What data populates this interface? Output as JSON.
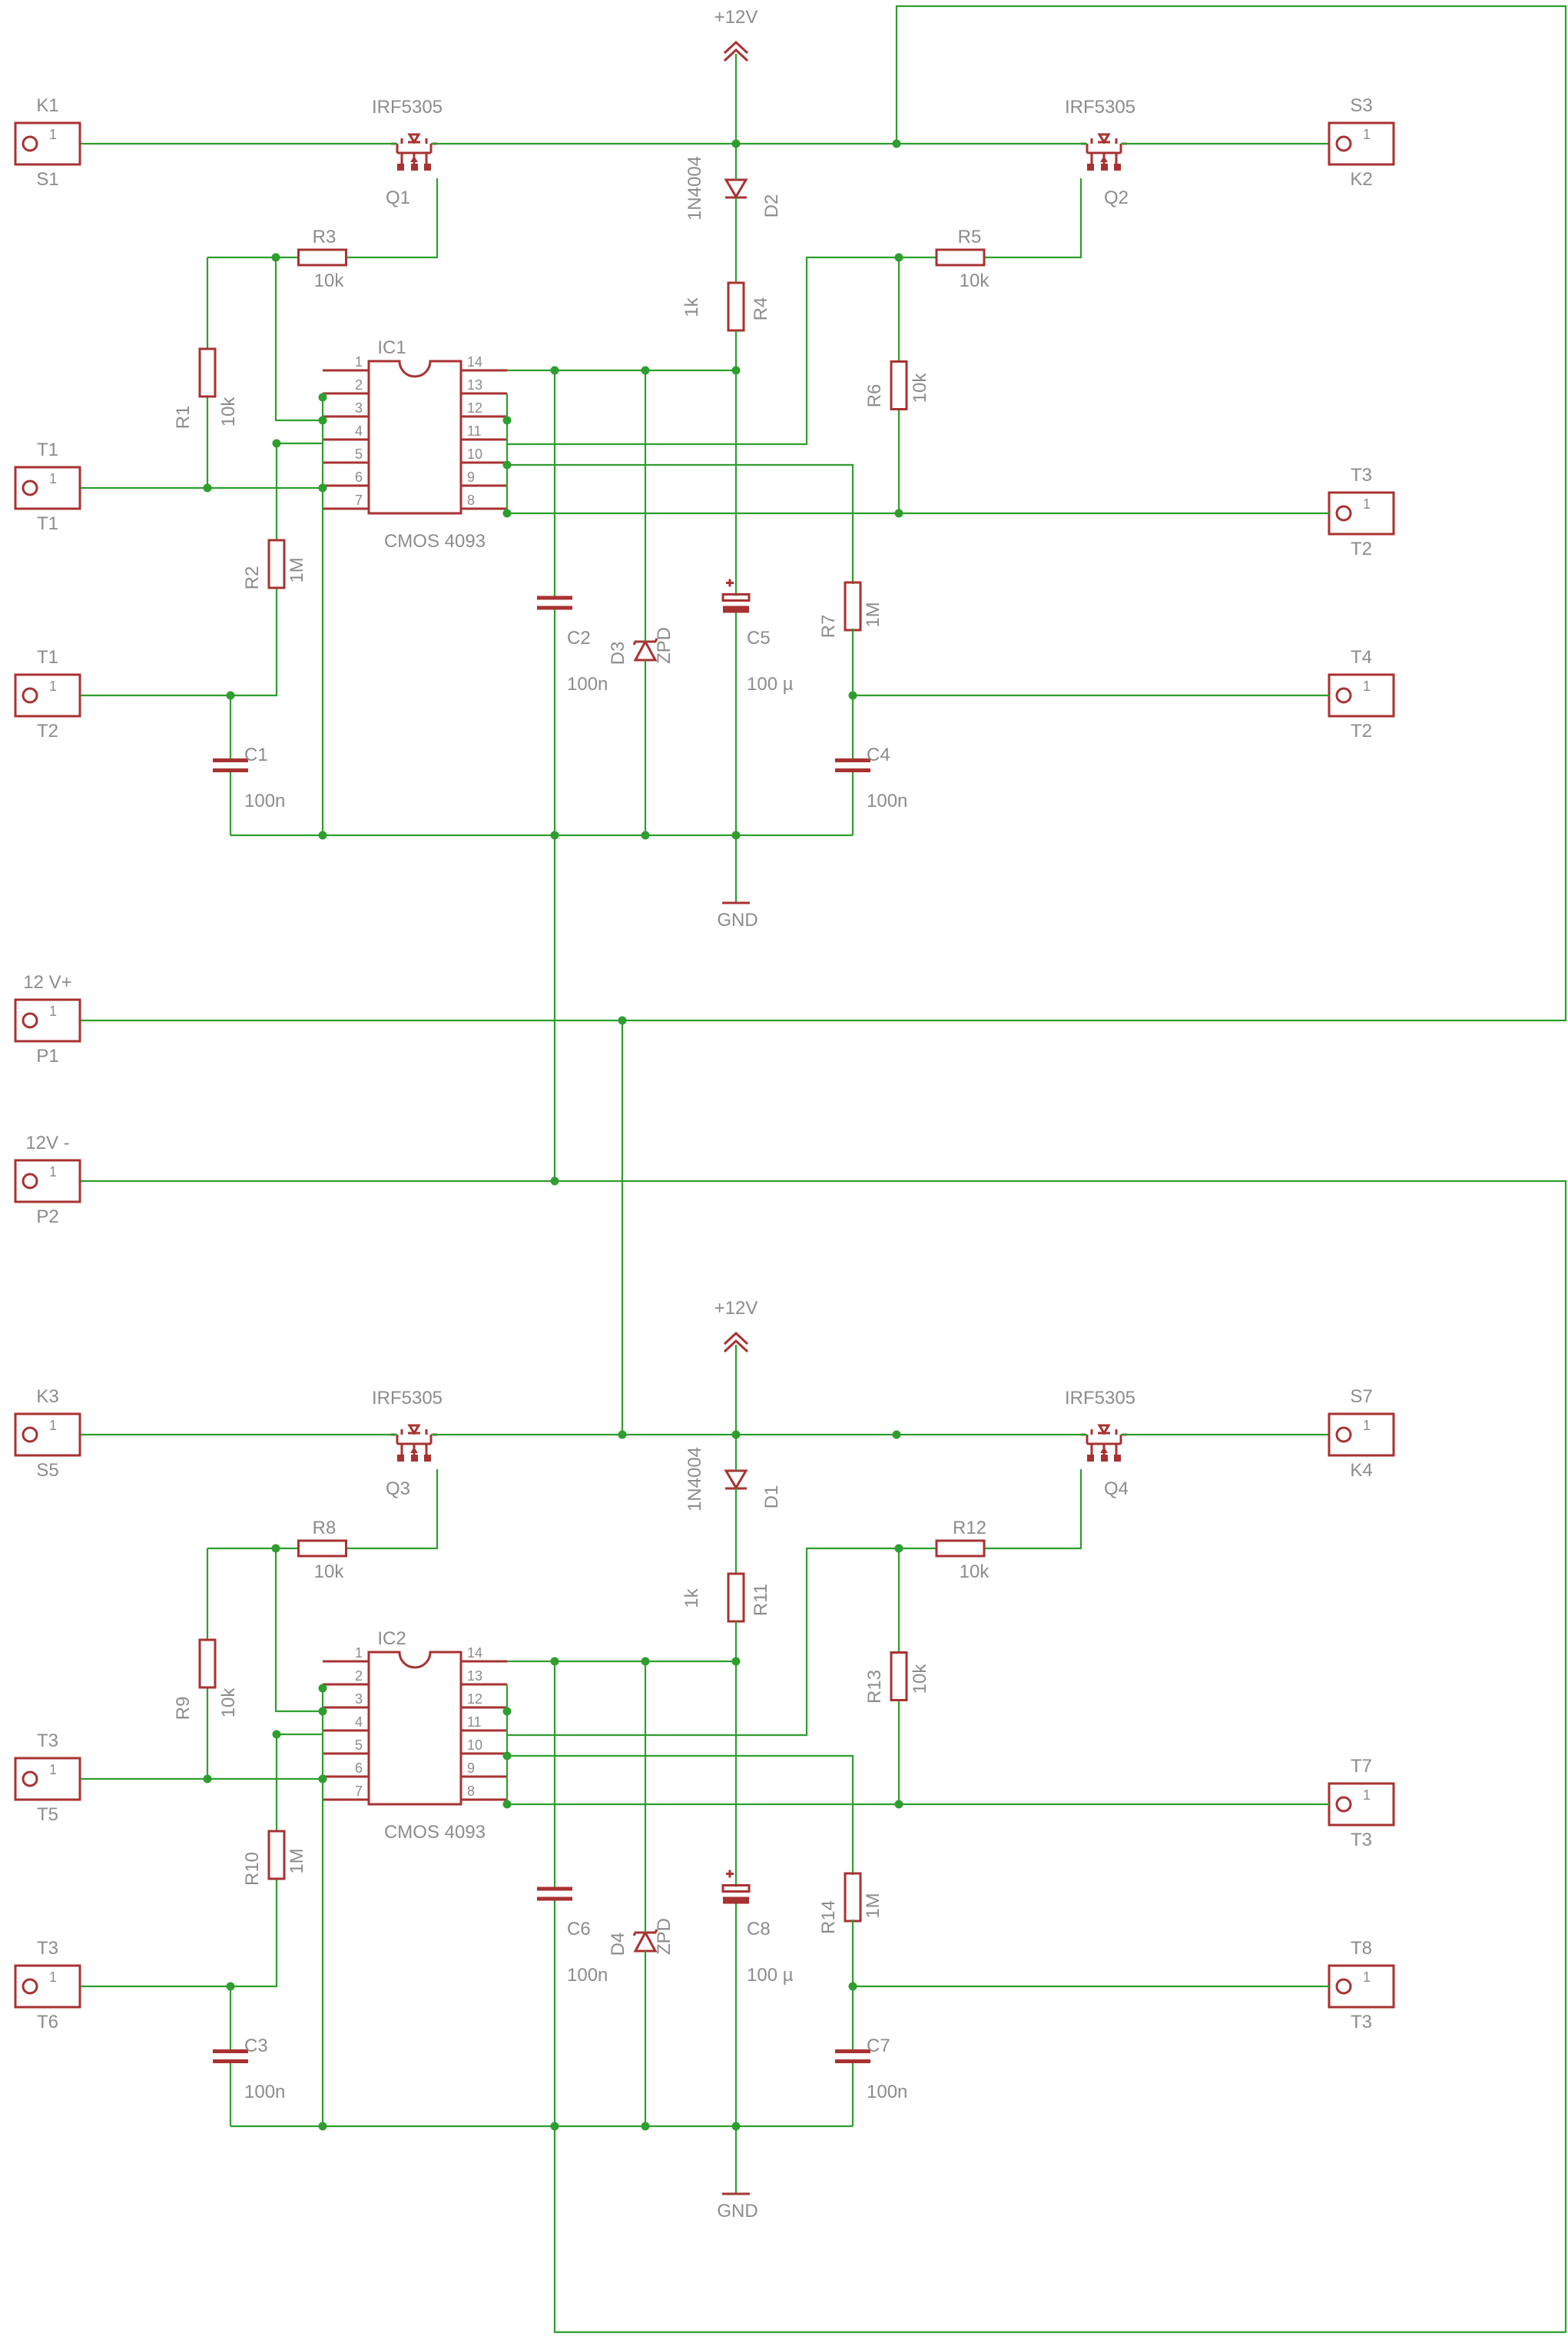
{
  "colors": {
    "wire": "#2e9e2e",
    "part": "#a83232",
    "label": "#8c8c8c",
    "background": "#ffffff"
  },
  "block_top": {
    "supply": "+12V",
    "ground": "GND",
    "connectors": {
      "k1": {
        "name": "K1",
        "value": "S1",
        "pin": "1"
      },
      "t1a": {
        "name": "T1",
        "value": "T1",
        "pin": "1"
      },
      "t1b": {
        "name": "T1",
        "value": "T2",
        "pin": "1"
      },
      "s3": {
        "name": "S3",
        "value": "K2",
        "pin": "1"
      },
      "t3": {
        "name": "T3",
        "value": "T2",
        "pin": "1"
      },
      "t4": {
        "name": "T4",
        "value": "T2",
        "pin": "1"
      }
    },
    "q_left": {
      "name": "Q1",
      "value": "IRF5305"
    },
    "q_right": {
      "name": "Q2",
      "value": "IRF5305"
    },
    "ic": {
      "name": "IC1",
      "value": "CMOS 4093"
    },
    "r_gate_left": {
      "name": "R3",
      "value": "10k"
    },
    "r_pull_left": {
      "name": "R1",
      "value": "10k"
    },
    "r_in_left": {
      "name": "R2",
      "value": "1M"
    },
    "r_led": {
      "name": "R4",
      "value": "1k"
    },
    "r_gate_right": {
      "name": "R5",
      "value": "10k"
    },
    "r_pull_right": {
      "name": "R6",
      "value": "10k"
    },
    "r_in_right": {
      "name": "R7",
      "value": "1M"
    },
    "diode": {
      "name": "D2",
      "value": "1N4004"
    },
    "zener": {
      "name": "D3",
      "value": "ZPD"
    },
    "c_left": {
      "name": "C1",
      "value": "100n"
    },
    "c_ic": {
      "name": "C2",
      "value": "100n"
    },
    "c_right": {
      "name": "C4",
      "value": "100n"
    },
    "c_elko": {
      "name": "C5",
      "value": "100 µ"
    }
  },
  "block_bottom": {
    "supply": "+12V",
    "ground": "GND",
    "connectors": {
      "k1": {
        "name": "K3",
        "value": "S5",
        "pin": "1"
      },
      "t1a": {
        "name": "T3",
        "value": "T5",
        "pin": "1"
      },
      "t1b": {
        "name": "T3",
        "value": "T6",
        "pin": "1"
      },
      "s3": {
        "name": "S7",
        "value": "K4",
        "pin": "1"
      },
      "t3": {
        "name": "T7",
        "value": "T3",
        "pin": "1"
      },
      "t4": {
        "name": "T8",
        "value": "T3",
        "pin": "1"
      }
    },
    "q_left": {
      "name": "Q3",
      "value": "IRF5305"
    },
    "q_right": {
      "name": "Q4",
      "value": "IRF5305"
    },
    "ic": {
      "name": "IC2",
      "value": "CMOS 4093"
    },
    "r_gate_left": {
      "name": "R8",
      "value": "10k"
    },
    "r_pull_left": {
      "name": "R9",
      "value": "10k"
    },
    "r_in_left": {
      "name": "R10",
      "value": "1M"
    },
    "r_led": {
      "name": "R11",
      "value": "1k"
    },
    "r_gate_right": {
      "name": "R12",
      "value": "10k"
    },
    "r_pull_right": {
      "name": "R13",
      "value": "10k"
    },
    "r_in_right": {
      "name": "R14",
      "value": "1M"
    },
    "diode": {
      "name": "D1",
      "value": "1N4004"
    },
    "zener": {
      "name": "D4",
      "value": "ZPD"
    },
    "c_left": {
      "name": "C3",
      "value": "100n"
    },
    "c_ic": {
      "name": "C6",
      "value": "100n"
    },
    "c_right": {
      "name": "C7",
      "value": "100n"
    },
    "c_elko": {
      "name": "C8",
      "value": "100 µ"
    }
  },
  "power": {
    "p1": {
      "name": "12 V+",
      "value": "P1",
      "pin": "1"
    },
    "p2": {
      "name": "12V -",
      "value": "P2",
      "pin": "1"
    }
  },
  "ic_pins": [
    "1",
    "2",
    "3",
    "4",
    "5",
    "6",
    "7",
    "14",
    "13",
    "12",
    "11",
    "10",
    "9",
    "8"
  ]
}
